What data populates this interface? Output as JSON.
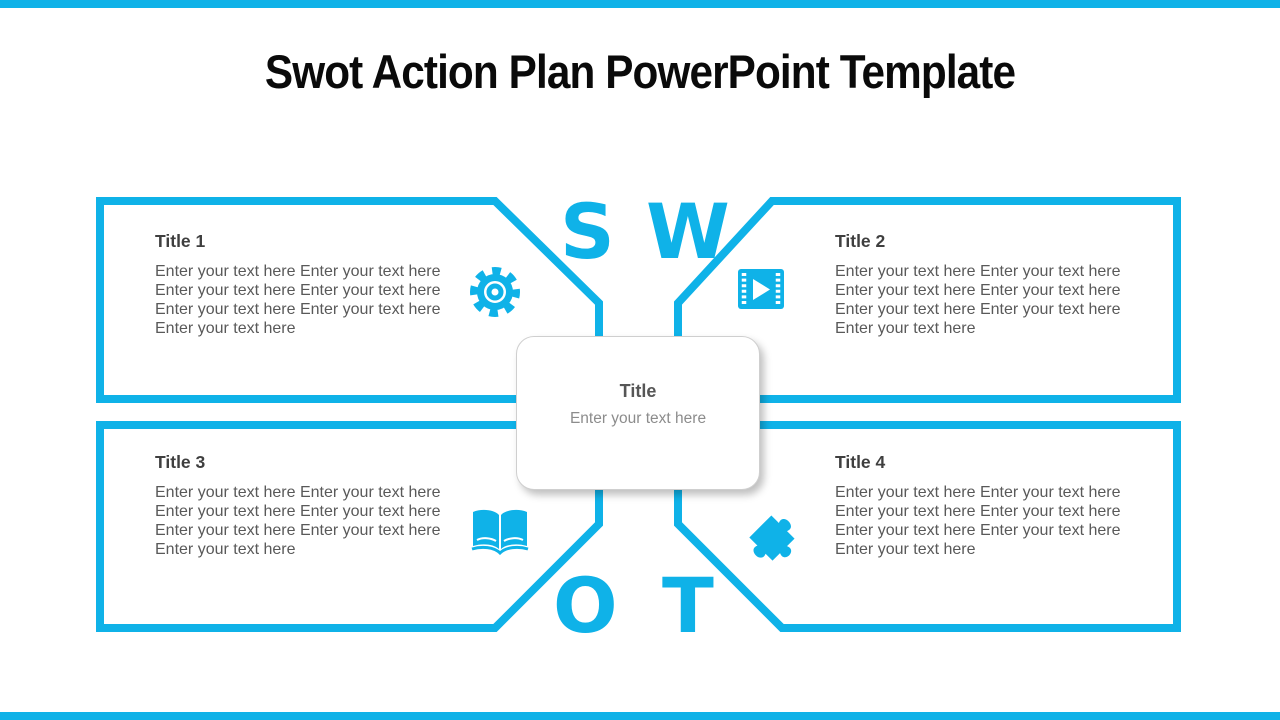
{
  "slide": {
    "title": "Swot Action Plan PowerPoint Template",
    "accent_color": "#0FB2E8",
    "text_dark_color": "#3F3F3F",
    "text_body_color": "#595959",
    "swot_letters": [
      "S",
      "W",
      "O",
      "T"
    ],
    "center_card": {
      "title": "Title",
      "subtitle": "Enter your text here"
    },
    "quadrants": [
      {
        "title": "Title 1",
        "icon": "gear-icon",
        "lines": [
          "Enter your text here Enter your text here",
          "Enter your text here Enter your text here",
          "Enter your text here Enter your text here",
          "Enter your text here"
        ]
      },
      {
        "title": "Title 2",
        "icon": "film-play-icon",
        "lines": [
          "Enter your text here Enter your text here",
          "Enter your text here Enter your text here",
          "Enter your text here Enter your text here",
          "Enter your text here"
        ]
      },
      {
        "title": "Title 3",
        "icon": "open-book-icon",
        "lines": [
          "Enter your text here Enter your text here",
          "Enter your text here Enter your text here",
          "Enter your text here Enter your text here",
          "Enter your text here"
        ]
      },
      {
        "title": "Title 4",
        "icon": "puzzle-piece-icon",
        "lines": [
          "Enter your text here Enter your text here",
          "Enter your text here Enter your text here",
          "Enter your text here Enter your text here",
          "Enter your text here"
        ]
      }
    ]
  }
}
